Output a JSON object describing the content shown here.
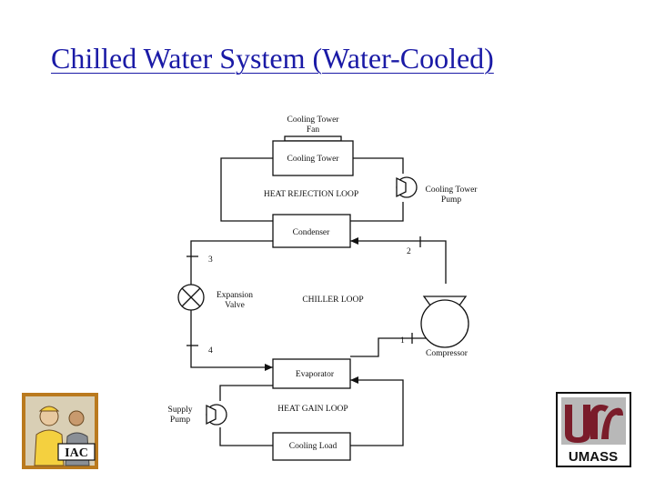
{
  "slide": {
    "title": "Chilled Water System (Water-Cooled)"
  },
  "diagram": {
    "cooling_tower_fan": [
      "Cooling Tower",
      "Fan"
    ],
    "cooling_tower": "Cooling Tower",
    "cooling_tower_pump": [
      "Cooling Tower",
      "Pump"
    ],
    "heat_rejection_loop": "HEAT REJECTION LOOP",
    "condenser": "Condenser",
    "chiller_loop": "CHILLER LOOP",
    "expansion_valve": [
      "Expansion",
      "Valve"
    ],
    "compressor": "Compressor",
    "evaporator": "Evaporator",
    "heat_gain_loop": "HEAT GAIN LOOP",
    "supply_pump": [
      "Supply",
      "Pump"
    ],
    "cooling_load": "Cooling Load",
    "state_points": {
      "p1": "1",
      "p2": "2",
      "p3": "3",
      "p4": "4"
    }
  },
  "logos": {
    "left": {
      "text": "IAC"
    },
    "right": {
      "text": "UMASS"
    }
  },
  "colors": {
    "title": "#1a1aa6",
    "iac_background": "#ba7a1e",
    "umass_maroon": "#7a1c2a"
  }
}
